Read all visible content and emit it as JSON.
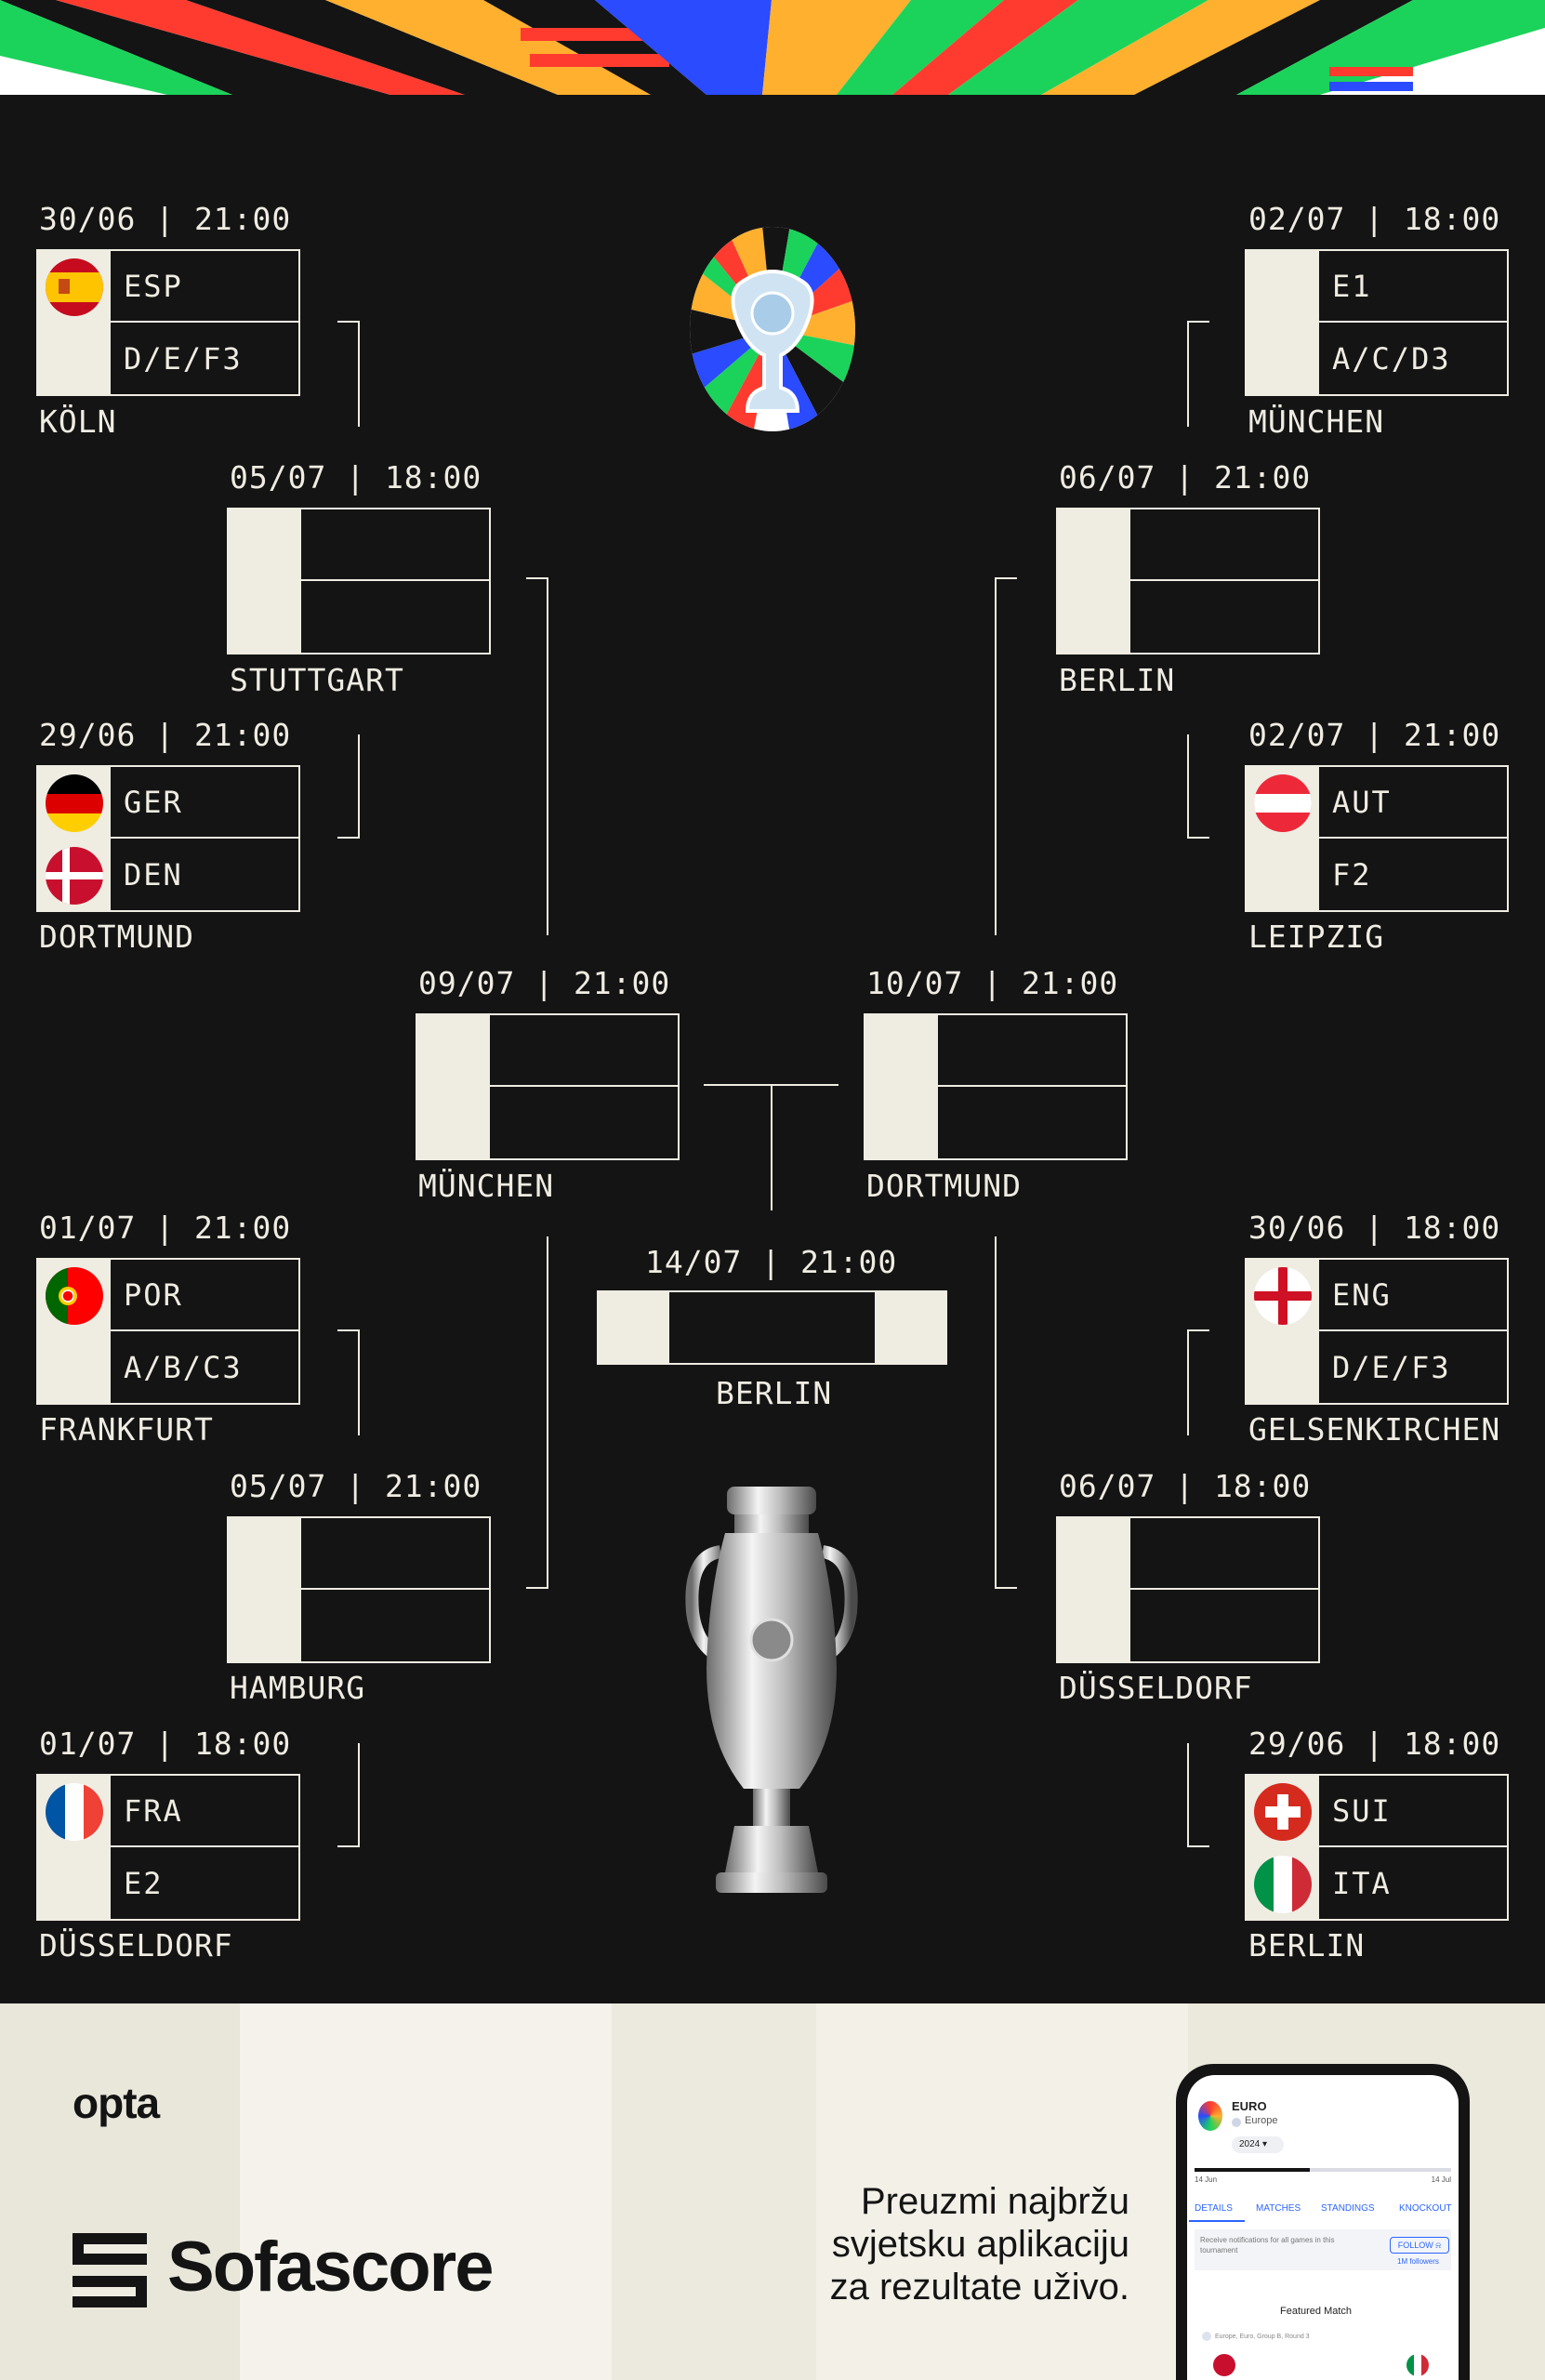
{
  "colors": {
    "background": "#141414",
    "cream": "#efece2",
    "stripe_red": "#ff3b2f",
    "stripe_blue": "#2a4bff",
    "stripe_orange": "#ffb02e",
    "stripe_green": "#1bd35a",
    "sofascore_blue": "#2c65ff"
  },
  "round_of_16": [
    {
      "datetime": "30/06 | 21:00",
      "venue": "KÖLN",
      "team1": "ESP",
      "team2": "D/E/F3",
      "flag1": "spain-flag-icon",
      "flag2": ""
    },
    {
      "datetime": "29/06 | 21:00",
      "venue": "DORTMUND",
      "team1": "GER",
      "team2": "DEN",
      "flag1": "germany-flag-icon",
      "flag2": "denmark-flag-icon"
    },
    {
      "datetime": "01/07 | 21:00",
      "venue": "FRANKFURT",
      "team1": "POR",
      "team2": "A/B/C3",
      "flag1": "portugal-flag-icon",
      "flag2": ""
    },
    {
      "datetime": "01/07 | 18:00",
      "venue": "DÜSSELDORF",
      "team1": "FRA",
      "team2": "E2",
      "flag1": "france-flag-icon",
      "flag2": ""
    },
    {
      "datetime": "02/07 | 18:00",
      "venue": "MÜNCHEN",
      "team1": "E1",
      "team2": "A/C/D3",
      "flag1": "",
      "flag2": ""
    },
    {
      "datetime": "02/07 | 21:00",
      "venue": "LEIPZIG",
      "team1": "AUT",
      "team2": "F2",
      "flag1": "austria-flag-icon",
      "flag2": ""
    },
    {
      "datetime": "30/06 | 18:00",
      "venue": "GELSENKIRCHEN",
      "team1": "ENG",
      "team2": "D/E/F3",
      "flag1": "england-flag-icon",
      "flag2": ""
    },
    {
      "datetime": "29/06 | 18:00",
      "venue": "BERLIN",
      "team1": "SUI",
      "team2": "ITA",
      "flag1": "switzerland-flag-icon",
      "flag2": "italy-flag-icon"
    }
  ],
  "quarter_finals": [
    {
      "datetime": "05/07 | 18:00",
      "venue": "STUTTGART"
    },
    {
      "datetime": "05/07 | 21:00",
      "venue": "HAMBURG"
    },
    {
      "datetime": "06/07 | 21:00",
      "venue": "BERLIN"
    },
    {
      "datetime": "06/07 | 18:00",
      "venue": "DÜSSELDORF"
    }
  ],
  "semi_finals": [
    {
      "datetime": "09/07 | 21:00",
      "venue": "MÜNCHEN"
    },
    {
      "datetime": "10/07 | 21:00",
      "venue": "DORTMUND"
    }
  ],
  "final": {
    "datetime": "14/07 | 21:00",
    "venue": "BERLIN"
  },
  "icons": {
    "tournament_logo": "euro-2024-logo-icon",
    "trophy": "henri-delaunay-trophy-icon",
    "sofascore_mark": "sofascore-logo-icon"
  },
  "footer": {
    "opta": "opta",
    "sofascore": "Sofascore",
    "promo_lines": [
      "Preuzmi najbržu",
      "svjetsku aplikaciju",
      "za rezultate uživo."
    ]
  },
  "phone": {
    "competition": "EURO",
    "region": "Europe",
    "season": "2024",
    "date_start": "14 Jun",
    "date_end": "14 Jul",
    "progress": 0.45,
    "tabs": [
      "DETAILS",
      "MATCHES",
      "STANDINGS",
      "KNOCKOUT"
    ],
    "notify_text": "Receive notifications for all games in this tournament",
    "follow_label": "FOLLOW",
    "followers": "1M followers",
    "featured_title": "Featured Match",
    "featured_meta": "Europe, Euro, Group B, Round 3"
  }
}
